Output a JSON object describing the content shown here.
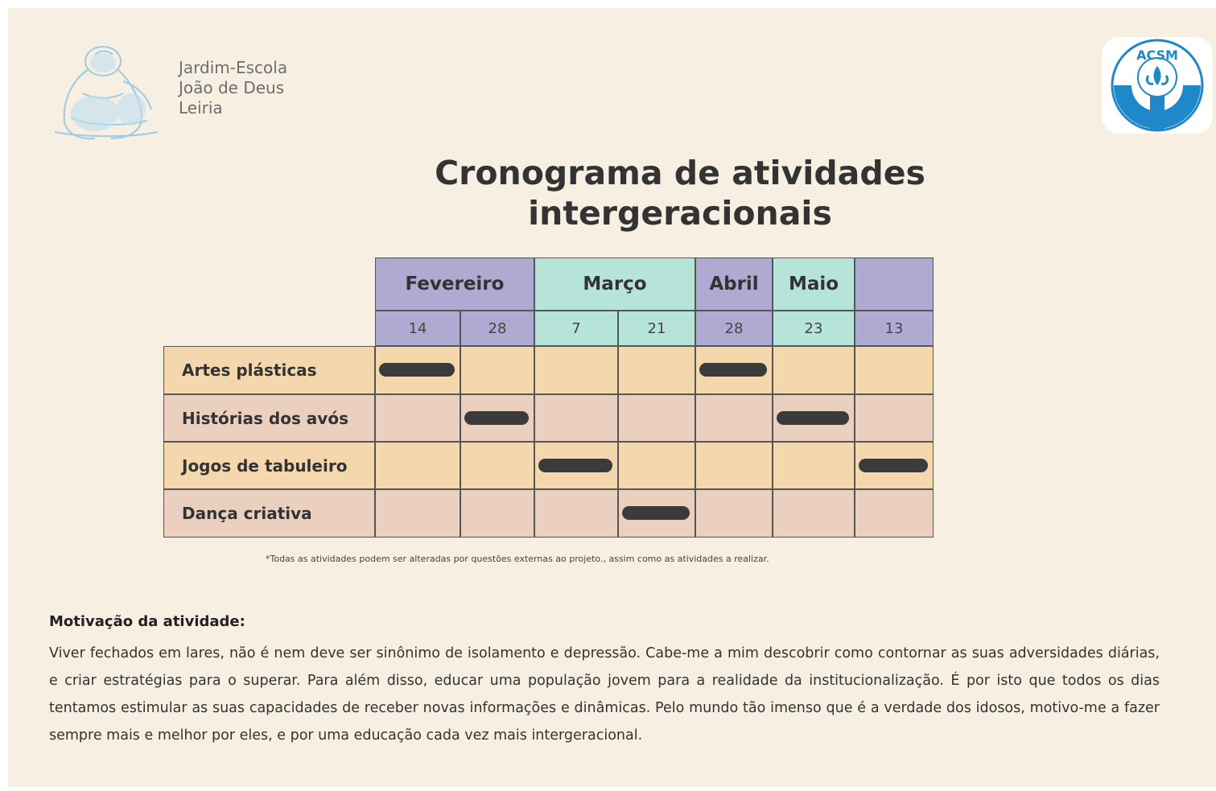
{
  "header": {
    "school_lines": [
      "Jardim-Escola",
      "João de Deus",
      "Leiria"
    ],
    "logo_right_text": "ACSM"
  },
  "title_lines": [
    "Cronograma de atividades",
    "intergeracionais"
  ],
  "schedule": {
    "months": [
      {
        "label": "Fevereiro",
        "span": 2,
        "color": "#aeaad2"
      },
      {
        "label": "Março",
        "span": 2,
        "color": "#b7e4d8"
      },
      {
        "label": "Abril",
        "span": 1,
        "color": "#aeaad2"
      },
      {
        "label": "Maio",
        "span": 1,
        "color": "#b7e4d8"
      },
      {
        "label": "",
        "span": 1,
        "color": "#aeaad2"
      }
    ],
    "days": [
      "14",
      "28",
      "7",
      "21",
      "28",
      "23",
      "13"
    ],
    "activities": [
      {
        "label": "Artes plásticas",
        "scheduled": [
          0,
          4
        ]
      },
      {
        "label": "Histórias dos avós",
        "scheduled": [
          1,
          5
        ]
      },
      {
        "label": "Jogos de tabuleiro",
        "scheduled": [
          2,
          6
        ]
      },
      {
        "label": "Dança criativa",
        "scheduled": [
          3
        ]
      }
    ],
    "colors": {
      "row_odd": "#f4d7ac",
      "row_even": "#ebcfbf",
      "bar": "#3b3b3b"
    }
  },
  "footnote": "*Todas as atividades podem ser alteradas por questões externas ao projeto., assim como as atividades a realizar.",
  "motivation": {
    "title": "Motivação da atividade:",
    "text": "Viver fechados em lares, não é nem deve ser sinônimo de isolamento e depressão. Cabe-me a mim descobrir como contornar as suas adversidades diárias, e criar estratégias para o superar. Para além disso, educar uma população jovem para a realidade da institucionalização. É por isto que todos os dias tentamos estimular as suas capacidades de receber novas informações e dinâmicas. Pelo mundo tão imenso que é a verdade dos idosos, motivo-me a fazer sempre mais e melhor por eles, e por uma educação cada vez mais intergeracional."
  }
}
